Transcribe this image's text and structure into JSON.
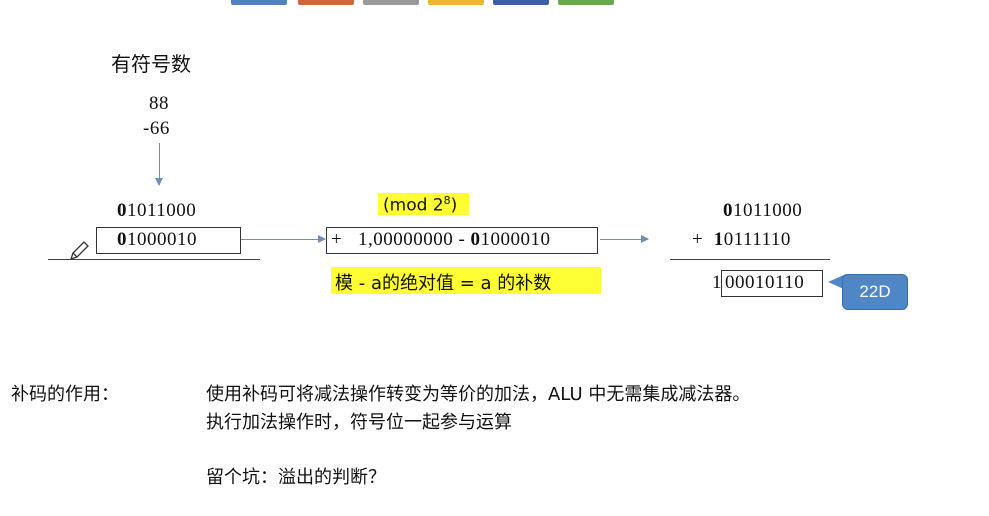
{
  "colors": {
    "tab1": "#4f81bd",
    "tab2": "#d2633a",
    "tab3": "#9a9a9a",
    "tab4": "#e8b830",
    "tab5": "#3f5ea8",
    "tab6": "#6aa84f",
    "accent": "#6f8fb8",
    "highlight": "#ffff33",
    "badge": "#4f86c6"
  },
  "title": "有符号数",
  "numbers": {
    "a": "88",
    "b": "-66"
  },
  "left": {
    "top_bold": "0",
    "top_rest": "1011000",
    "box_bold": "0",
    "box_rest": "1000010"
  },
  "mod_label": {
    "pre": "(mod 2",
    "sup": "8",
    "post": ")"
  },
  "middle": {
    "plus": "+",
    "part1": "1,00000000 - ",
    "bold": "0",
    "part2": "1000010"
  },
  "middle_note": "模 - a的绝对值 = a 的补数",
  "right": {
    "top_bold": "0",
    "top_rest": "1011000",
    "plus": "+",
    "second_bold": "1",
    "second_rest": "0111110",
    "result_lead": "1",
    "result_box": "00010110"
  },
  "badge": "22D",
  "notes": {
    "label": "补码的作用：",
    "line1": "使用补码可将减法操作转变为等价的加法，ALU 中无需集成减法器。",
    "line2": "执行加法操作时，符号位一起参与运算",
    "line3": "留个坑：溢出的判断？"
  }
}
